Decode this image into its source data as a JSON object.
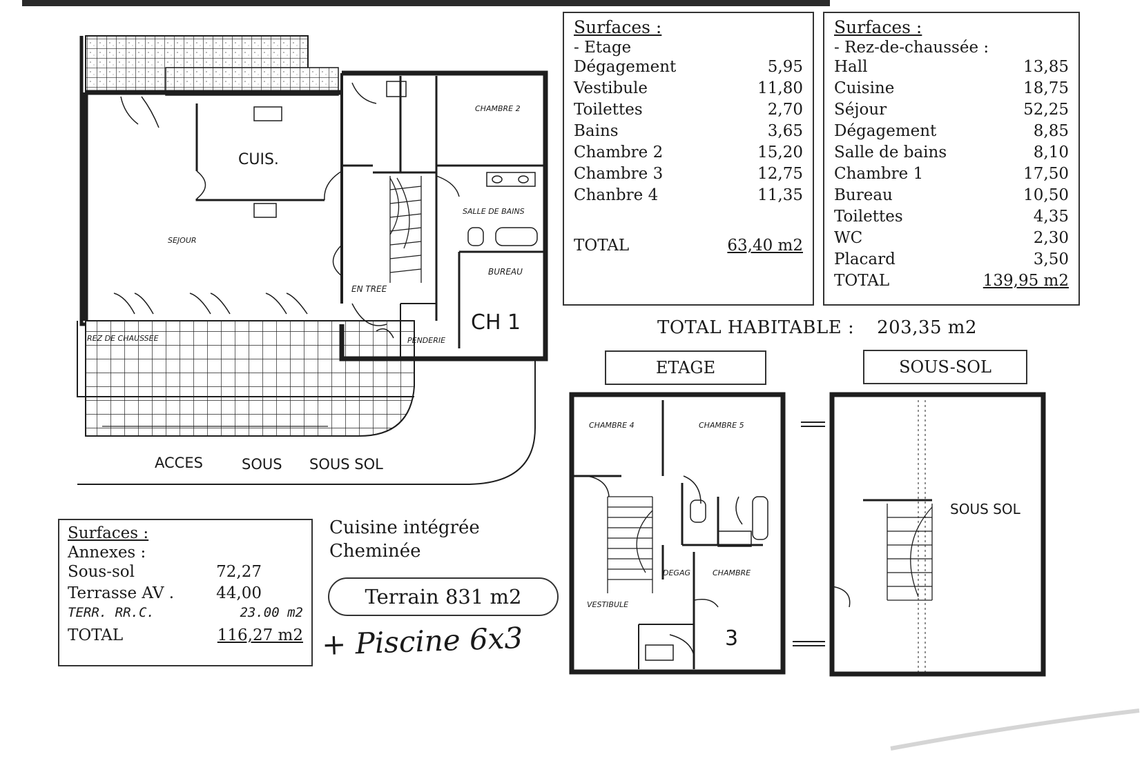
{
  "etage_surfaces": {
    "title": "Surfaces :",
    "subtitle": "- Etage",
    "rows": [
      {
        "label": "Dégagement",
        "value": "5,95"
      },
      {
        "label": "Vestibule",
        "value": "11,80"
      },
      {
        "label": "Toilettes",
        "value": "2,70"
      },
      {
        "label": "Bains",
        "value": "3,65"
      },
      {
        "label": "Chambre 2",
        "value": "15,20"
      },
      {
        "label": "Chambre 3",
        "value": "12,75"
      },
      {
        "label": "Chanbre 4",
        "value": "11,35"
      }
    ],
    "total_label": "TOTAL",
    "total_value": "63,40 m2"
  },
  "rdc_surfaces": {
    "title": "Surfaces :",
    "subtitle": "- Rez-de-chaussée :",
    "rows": [
      {
        "label": "Hall",
        "value": "13,85"
      },
      {
        "label": "Cuisine",
        "value": "18,75"
      },
      {
        "label": "Séjour",
        "value": "52,25"
      },
      {
        "label": "Dégagement",
        "value": "8,85"
      },
      {
        "label": "Salle de bains",
        "value": "8,10"
      },
      {
        "label": "Chambre 1",
        "value": "17,50"
      },
      {
        "label": "Bureau",
        "value": "10,50"
      },
      {
        "label": "Toilettes",
        "value": "4,35"
      },
      {
        "label": "WC",
        "value": "2,30"
      },
      {
        "label": "Placard",
        "value": "3,50"
      }
    ],
    "total_label": "TOTAL",
    "total_value": "139,95 m2"
  },
  "annexes_surfaces": {
    "title": "Surfaces :",
    "subtitle": "Annexes :",
    "rows": [
      {
        "label": "Sous-sol",
        "value": "72,27"
      },
      {
        "label": "Terrasse AV .",
        "value": "44,00"
      },
      {
        "label": "TERR. RR.C.",
        "value": "23.00 m2"
      }
    ],
    "total_label": "TOTAL",
    "total_value": "116,27 m2"
  },
  "total_habitable": {
    "label": "TOTAL HABITABLE :",
    "value": "203,35 m2"
  },
  "headers": {
    "etage": "ETAGE",
    "sous_sol": "SOUS-SOL"
  },
  "notes": {
    "line1": "Cuisine intégrée",
    "line2": "Cheminée"
  },
  "terrain": "Terrain 831 m2",
  "piscine": "+ Piscine 6x3",
  "rdc_labels": {
    "cuis": "CUIS.",
    "sejour": "SEJOUR",
    "entree": "EN TREE",
    "chambre2": "CHAMBRE 2",
    "salle_de_bains": "SALLE DE BAINS",
    "bureau": "BUREAU",
    "ch1": "CH 1",
    "penderie": "PENDERIE",
    "rez_de_chaussee": "REZ DE CHAUSSEE",
    "acces": "ACCES",
    "sous1": "SOUS",
    "sous2": "SOUS SOL"
  },
  "etage_labels": {
    "chambre4": "CHAMBRE 4",
    "chambre5": "CHAMBRE 5",
    "degag": "DEGAG",
    "chambre": "CHAMBRE",
    "vestibule": "VESTIBULE",
    "num3": "3"
  },
  "soussol_labels": {
    "sous_sol": "SOUS SOL"
  }
}
